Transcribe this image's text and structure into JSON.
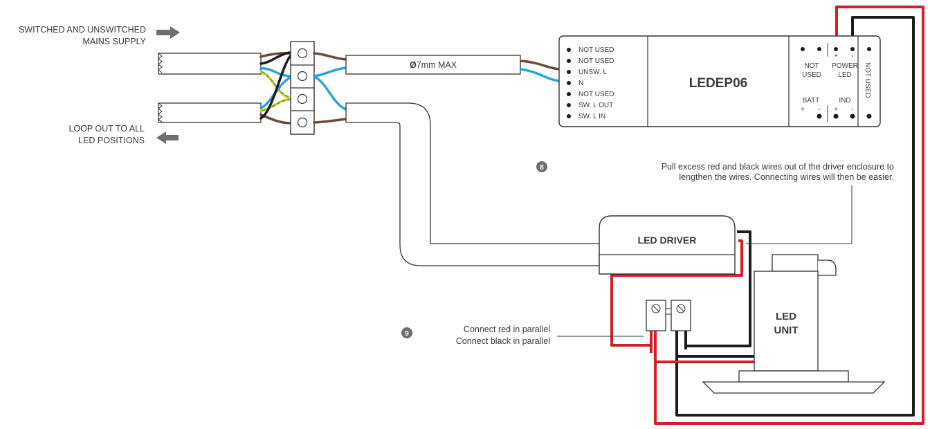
{
  "supply": {
    "line1": "SWITCHED AND UNSWITCHED",
    "line2": "MAINS SUPPLY"
  },
  "loop_out": {
    "line1": "LOOP OUT TO ALL",
    "line2": "LED POSITIONS"
  },
  "cable": {
    "prefix": "Ø",
    "label": "7mm MAX"
  },
  "module": {
    "name": "LEDEP06",
    "terminals": [
      "NOT USED",
      "NOT USED",
      "UNSW. L",
      "N",
      "NOT USED",
      "SW. L  OUT",
      "SW. L  IN"
    ],
    "not_used_label": "NOT",
    "not_used_label2": "USED",
    "power_label": "POWER",
    "power_label2": "LED",
    "batt_label": "BATT",
    "ind_label": "IND",
    "side_label": "NOT USED",
    "plus": "+",
    "minus": "-"
  },
  "step8": {
    "number": "8",
    "line1": "Pull excess red and black wires out of the driver enclosure to",
    "line2": "lengthen the wires. Connecting wires will then be easier."
  },
  "step9": {
    "number": "9",
    "line1": "Connect red in parallel",
    "line2": "Connect black in parallel"
  },
  "driver": {
    "label": "LED DRIVER"
  },
  "led_unit": {
    "line1": "LED",
    "line2": "UNIT"
  },
  "colors": {
    "brown": "#6b4a35",
    "blue": "#29a3dc",
    "red": "#d32027",
    "black": "#1c1c1c",
    "yellow": "#e2d11a",
    "green": "#4aa841",
    "arrow": "#6d6e71",
    "badge": "#6d6e71"
  }
}
